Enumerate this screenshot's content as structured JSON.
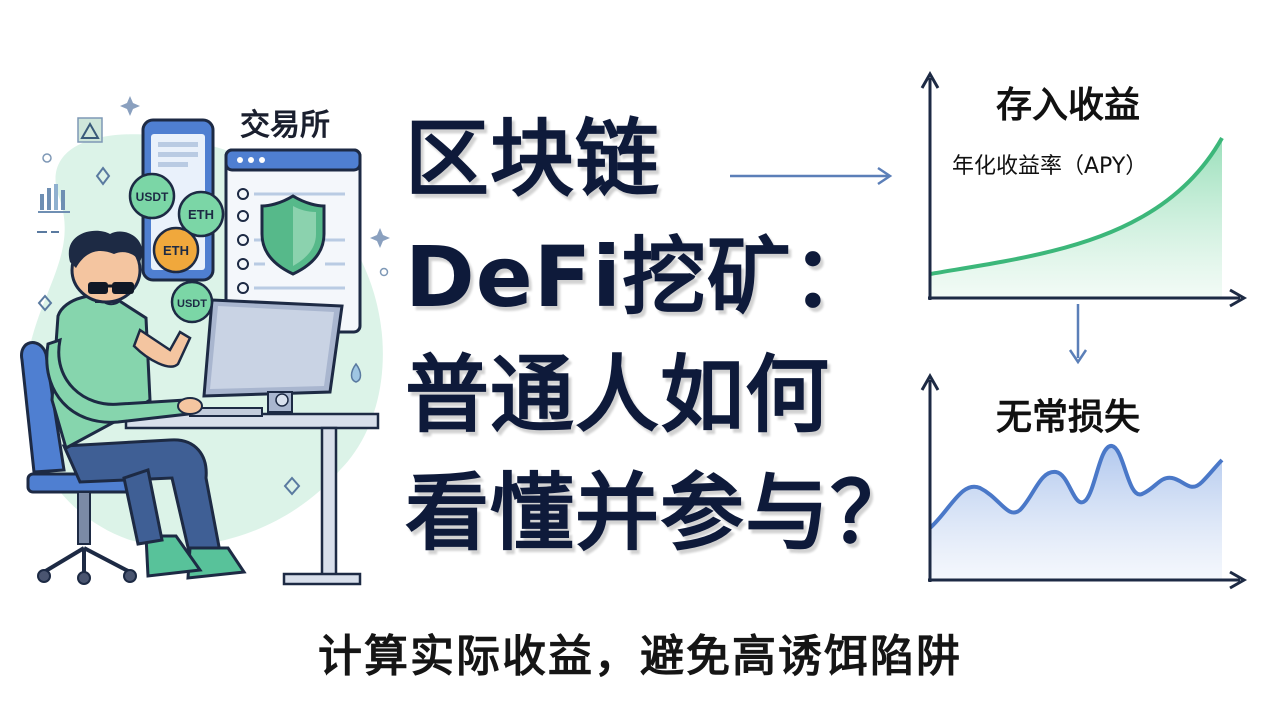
{
  "illustration": {
    "exchange_label": "交易所",
    "coins": [
      "USDT",
      "ETH",
      "ETH",
      "USDT"
    ]
  },
  "headline": {
    "line1": "区块链",
    "line2": "DeFi挖矿：",
    "line3": "普通人如何",
    "line4": "看懂并参与？"
  },
  "charts": {
    "deposit_title": "存入收益",
    "deposit_subtitle": "年化收益率（APY）",
    "loss_title": "无常损失"
  },
  "caption": "计算实际收益，避免高诱饵陷阱",
  "colors": {
    "headline": "#0e1a3a",
    "accent_green": "#3cb77a",
    "accent_blue": "#4a78c8",
    "arrow": "#5b7fb8",
    "background_blob": "#dcf3e8"
  },
  "icons": [
    "shield-icon",
    "sparkle-icon",
    "triangle-icon",
    "bar-chart-icon",
    "diamond-icon",
    "water-drop-icon",
    "sunglasses-icon"
  ]
}
